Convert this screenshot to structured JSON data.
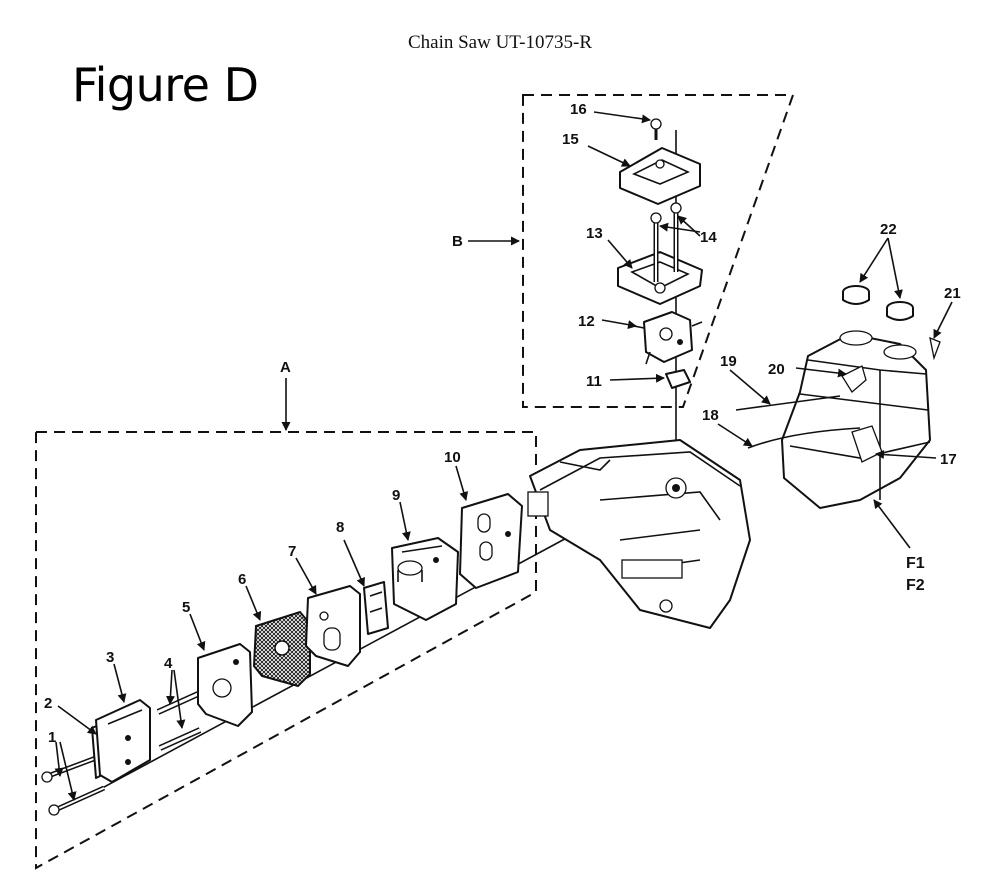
{
  "header": {
    "text": "Chain Saw UT-10735-R"
  },
  "figure": {
    "title": "Figure D"
  },
  "groups": {
    "a": "A",
    "b": "B",
    "f1": "F1",
    "f2": "F2"
  },
  "callouts": [
    "1",
    "2",
    "3",
    "4",
    "5",
    "6",
    "7",
    "8",
    "9",
    "10",
    "11",
    "12",
    "13",
    "14",
    "15",
    "16",
    "17",
    "18",
    "19",
    "20",
    "21",
    "22"
  ]
}
